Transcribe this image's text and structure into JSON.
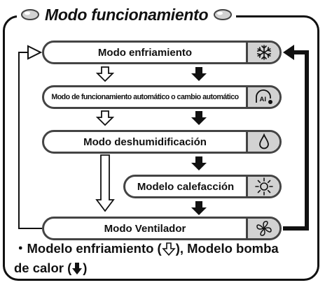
{
  "title": "Modo funcionamiento",
  "modes": {
    "cool": "Modo enfriamiento",
    "auto": "Modo de funcionamiento automático o cambio automático",
    "dry": "Modo deshumidificación",
    "heat": "Modelo calefacción",
    "fan": "Modo Ventilador"
  },
  "icons": {
    "cool": "snowflake-icon",
    "auto": "auto-ai-icon",
    "dry": "water-drop-icon",
    "heat": "sun-icon",
    "fan": "fan-icon"
  },
  "legend": {
    "part1": "・Modelo enfriamiento (",
    "part2": "), Modelo bomba",
    "part3": "de calor (",
    "part4": ")"
  },
  "colors": {
    "outline": "#111111",
    "cap": "#d2d2d2",
    "border": "#444444"
  }
}
